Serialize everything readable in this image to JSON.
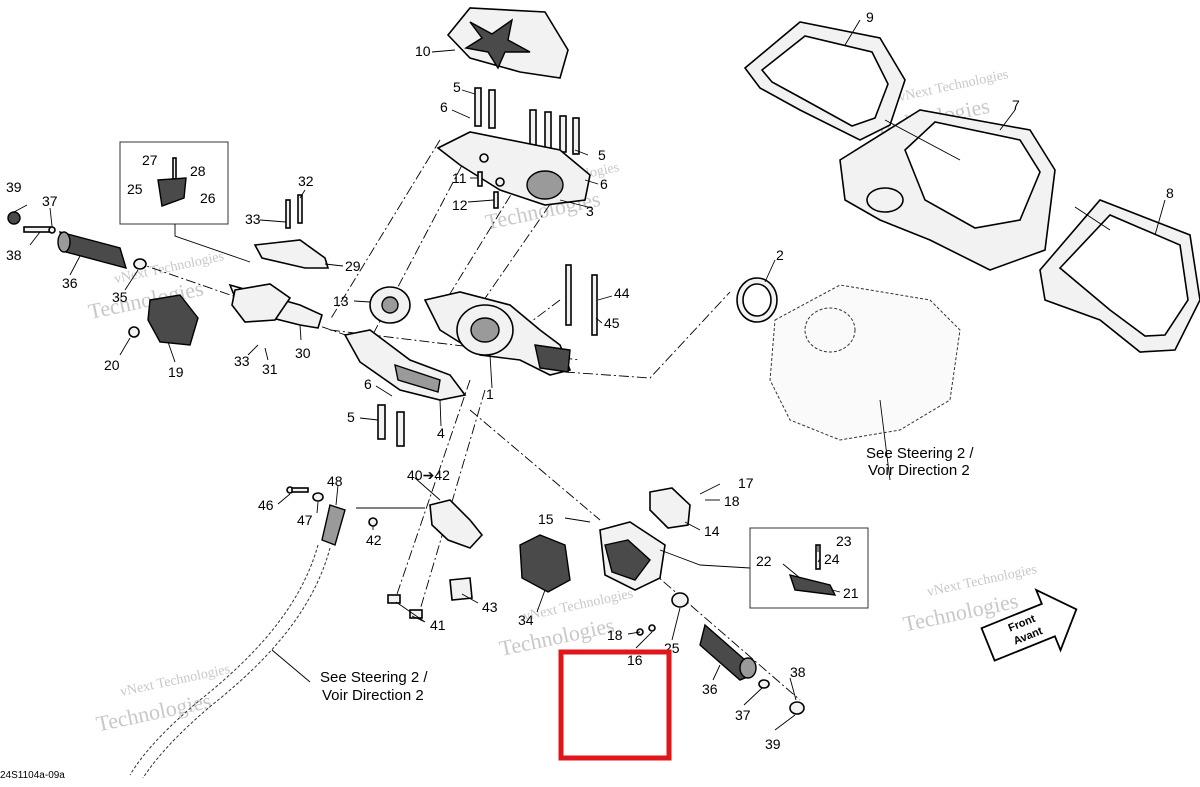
{
  "callouts": {
    "c1": "1",
    "c2": "2",
    "c3": "3",
    "c4": "4",
    "c5a": "5",
    "c5b": "5",
    "c5c": "5",
    "c6a": "6",
    "c6b": "6",
    "c6c": "6",
    "c7": "7",
    "c8": "8",
    "c9": "9",
    "c10": "10",
    "c11": "11",
    "c12": "12",
    "c13": "13",
    "c14": "14",
    "c15": "15",
    "c16": "16",
    "c17": "17",
    "c18a": "18",
    "c18b": "18",
    "c19": "19",
    "c20": "20",
    "c21": "21",
    "c22": "22",
    "c23": "23",
    "c24": "24",
    "c25a": "25",
    "c25b": "25",
    "c26": "26",
    "c27": "27",
    "c28": "28",
    "c29": "29",
    "c30": "30",
    "c31": "31",
    "c32": "32",
    "c33a": "33",
    "c33b": "33",
    "c34": "34",
    "c35": "35",
    "c36a": "36",
    "c36b": "36",
    "c37a": "37",
    "c37b": "37",
    "c38a": "38",
    "c38b": "38",
    "c39a": "39",
    "c39b": "39",
    "c40_42": "40➔42",
    "c41": "41",
    "c42": "42",
    "c43": "43",
    "c44": "44",
    "c45": "45",
    "c46": "46",
    "c47": "47",
    "c48": "48"
  },
  "notes": {
    "see_steering_right_1": "See Steering 2 /",
    "see_steering_right_2": "Voir Direction 2",
    "see_steering_left_1": "See Steering 2 /",
    "see_steering_left_2": "Voir Direction 2"
  },
  "drawing_code": "24S1104a-09a",
  "front_label": {
    "line1": "Front",
    "line2": "Avant"
  },
  "watermark": {
    "line1": "vNext Technologies",
    "line2": "Technologies"
  },
  "colors": {
    "highlight_box": "#e0161b",
    "ink": "#000000",
    "watermark": "#c8c8c8"
  }
}
